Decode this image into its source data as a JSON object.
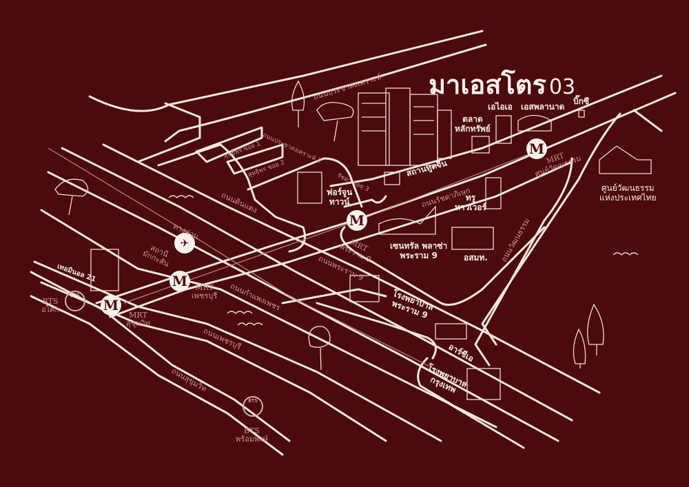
{
  "title": {
    "name": "มาเอสโตร",
    "number": "03"
  },
  "colors": {
    "background": "#4b0a0d",
    "road": "#f4e7df",
    "road_label": "#c7948d",
    "marker": "#fbf1ec"
  },
  "roads": {
    "pracha_songkhro": "ถนนประชาสงเคราะห์",
    "pracha_songkhro_2": "ถนนประชาสงเคราะห์ 2",
    "sutthiporn_1": "สุทธิพร ซอย 1",
    "sutthiporn_2": "สุทธิพร ซอย 2",
    "ratchada_3": "รัชดา ซอย 3",
    "din_daeng": "ถนนดินแดง",
    "ratchadaphisek": "ถนนรัชดาภิเษก",
    "expressway": "ทางด่วน",
    "rama9": "ถนนพระราม 9",
    "kamphaeng_phet": "ถนนกำแพงเพชร",
    "phetchaburi": "ถนนเพชรบุรี",
    "sukhumvit": "ถนนสุขุมวิท",
    "wattanatham": "ถนนวัฒนธรรม"
  },
  "stations": {
    "mrt_cultural": {
      "code": "MRT",
      "name": "ศูนย์วัฒนธรรม",
      "icon": "M"
    },
    "mrt_rama9": {
      "code": "MRT",
      "name": "พระราม 9",
      "icon": "M"
    },
    "mrt_phetchaburi": {
      "code": "MRT",
      "name": "เพชรบุรี",
      "icon": "M"
    },
    "mrt_sukhumvit": {
      "code": "MRT",
      "name": "สุขุมวิท",
      "icon": "M"
    },
    "bts_asok": {
      "code": "BTS",
      "name": "อโศก",
      "icon": "BTS"
    },
    "bts_phrom_phong": {
      "code": "BTS",
      "name": "พร้อมพงษ์",
      "icon": "BTS"
    },
    "airport_link": {
      "name_line1": "สถานี",
      "name_line2": "มักกะสัน",
      "icon": "airport-rail-icon"
    }
  },
  "places": {
    "stock_exchange": {
      "line1": "ตลาด",
      "line2": "หลักทรัพย์"
    },
    "aia": "เอไอเอ",
    "esplanade": "เอสพลานาด",
    "big_c": "บิ๊กซี",
    "chinese_embassy": "สถานทูตจีน",
    "fortune_town": {
      "line1": "ฟอร์จูน",
      "line2": "ทาวน์"
    },
    "true_tower": {
      "line1": "ทรู",
      "line2": "ทาวเวอร์"
    },
    "central_rama9": {
      "line1": "เซนทรัล พลาซ่า",
      "line2": "พระราม 9"
    },
    "egat": "อสมท.",
    "cultural_center": {
      "line1": "ศูนย์วัฒนธรรม",
      "line2": "แห่งประเทศไทย"
    },
    "terminal21": "เทอมินอล 21",
    "rama9_hospital": {
      "line1": "โรงพยาบาล",
      "line2": "พระราม 9"
    },
    "rca": "อาร์ซีเอ",
    "bangkok_hospital": {
      "line1": "โรงพยาบาล",
      "line2": "กรุงเทพ"
    }
  }
}
